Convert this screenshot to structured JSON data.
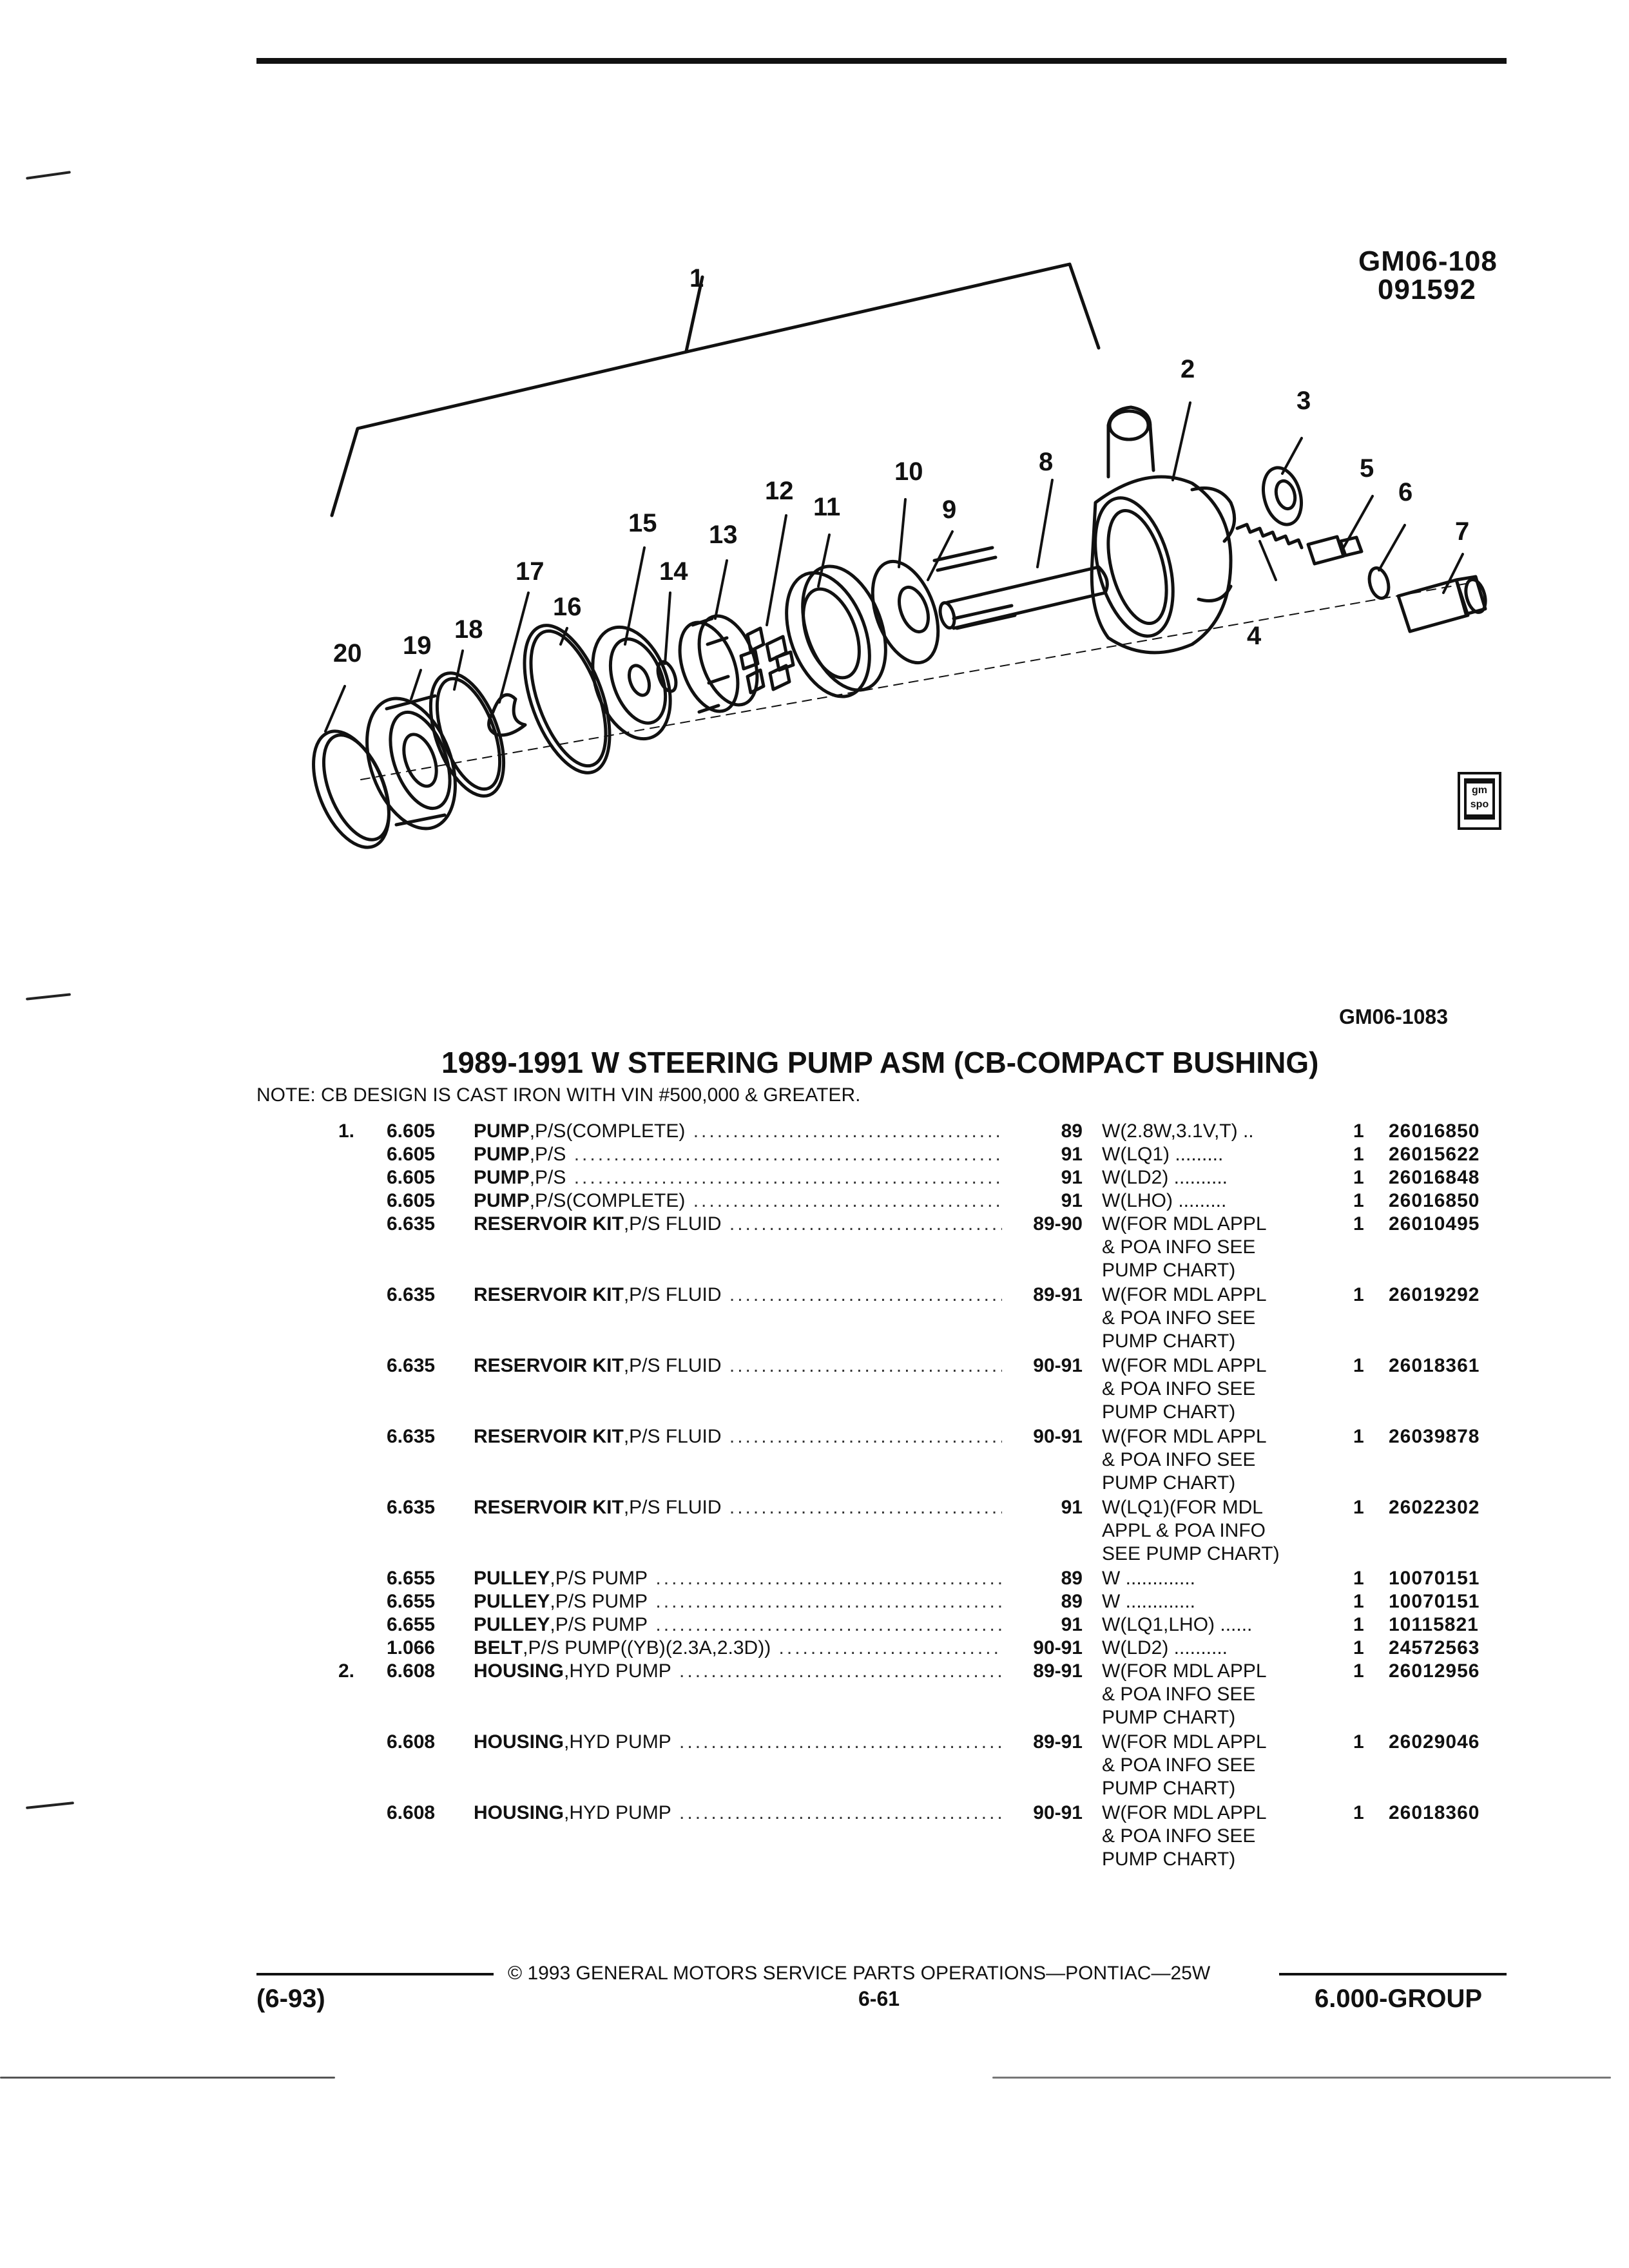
{
  "figure": {
    "code_top": [
      "GM06-108",
      "091592"
    ],
    "code_bottom": "GM06-1083",
    "callouts": [
      "1",
      "2",
      "3",
      "4",
      "5",
      "6",
      "7",
      "8",
      "9",
      "10",
      "11",
      "12",
      "13",
      "14",
      "15",
      "16",
      "17",
      "18",
      "19",
      "20"
    ],
    "badge": [
      "gm",
      "spo"
    ]
  },
  "title": "1989-1991 W STEERING PUMP ASM (CB-COMPACT BUSHING)",
  "note": "NOTE: CB DESIGN IS CAST IRON WITH VIN #500,000 & GREATER.",
  "parts": [
    {
      "ref": "1.",
      "group": "6.605",
      "name": "PUMP",
      "desc": ",P/S(COMPLETE)",
      "years": "89",
      "app": [
        "W(2.8W,3.1V,T) .."
      ],
      "qty": "1",
      "pn": "26016850"
    },
    {
      "ref": "",
      "group": "6.605",
      "name": "PUMP",
      "desc": ",P/S",
      "years": "91",
      "app": [
        "W(LQ1) ........."
      ],
      "qty": "1",
      "pn": "26015622"
    },
    {
      "ref": "",
      "group": "6.605",
      "name": "PUMP",
      "desc": ",P/S",
      "years": "91",
      "app": [
        "W(LD2) .........."
      ],
      "qty": "1",
      "pn": "26016848"
    },
    {
      "ref": "",
      "group": "6.605",
      "name": "PUMP",
      "desc": ",P/S(COMPLETE)",
      "years": "91",
      "app": [
        "W(LHO) ........."
      ],
      "qty": "1",
      "pn": "26016850"
    },
    {
      "ref": "",
      "group": "6.635",
      "name": "RESERVOIR KIT",
      "desc": ",P/S FLUID",
      "years": "89-90",
      "app": [
        "W(FOR MDL APPL",
        "& POA INFO SEE",
        "PUMP CHART)"
      ],
      "qty": "1",
      "pn": "26010495"
    },
    {
      "ref": "",
      "group": "6.635",
      "name": "RESERVOIR KIT",
      "desc": ",P/S FLUID",
      "years": "89-91",
      "app": [
        "W(FOR MDL APPL",
        "& POA INFO SEE",
        "PUMP CHART)"
      ],
      "qty": "1",
      "pn": "26019292"
    },
    {
      "ref": "",
      "group": "6.635",
      "name": "RESERVOIR KIT",
      "desc": ",P/S FLUID",
      "years": "90-91",
      "app": [
        "W(FOR MDL APPL",
        "& POA INFO SEE",
        "PUMP CHART)"
      ],
      "qty": "1",
      "pn": "26018361"
    },
    {
      "ref": "",
      "group": "6.635",
      "name": "RESERVOIR KIT",
      "desc": ",P/S FLUID",
      "years": "90-91",
      "app": [
        "W(FOR MDL APPL",
        "& POA INFO SEE",
        "PUMP CHART)"
      ],
      "qty": "1",
      "pn": "26039878"
    },
    {
      "ref": "",
      "group": "6.635",
      "name": "RESERVOIR KIT",
      "desc": ",P/S FLUID",
      "years": "91",
      "app": [
        "W(LQ1)(FOR MDL",
        "APPL & POA INFO",
        "SEE PUMP CHART)"
      ],
      "qty": "1",
      "pn": "26022302"
    },
    {
      "ref": "",
      "group": "6.655",
      "name": "PULLEY",
      "desc": ",P/S PUMP",
      "years": "89",
      "app": [
        "W ............."
      ],
      "qty": "1",
      "pn": "10070151"
    },
    {
      "ref": "",
      "group": "6.655",
      "name": "PULLEY",
      "desc": ",P/S PUMP",
      "years": "89",
      "app": [
        "W ............."
      ],
      "qty": "1",
      "pn": "10070151"
    },
    {
      "ref": "",
      "group": "6.655",
      "name": "PULLEY",
      "desc": ",P/S PUMP",
      "years": "91",
      "app": [
        "W(LQ1,LHO) ......"
      ],
      "qty": "1",
      "pn": "10115821"
    },
    {
      "ref": "",
      "group": "1.066",
      "name": "BELT",
      "desc": ",P/S PUMP((YB)(2.3A,2.3D))",
      "years": "90-91",
      "app": [
        "W(LD2) .........."
      ],
      "qty": "1",
      "pn": "24572563"
    },
    {
      "ref": "2.",
      "group": "6.608",
      "name": "HOUSING",
      "desc": ",HYD PUMP",
      "years": "89-91",
      "app": [
        "W(FOR MDL APPL",
        "& POA INFO SEE",
        "PUMP CHART)"
      ],
      "qty": "1",
      "pn": "26012956"
    },
    {
      "ref": "",
      "group": "6.608",
      "name": "HOUSING",
      "desc": ",HYD PUMP",
      "years": "89-91",
      "app": [
        "W(FOR MDL APPL",
        "& POA INFO SEE",
        "PUMP CHART)"
      ],
      "qty": "1",
      "pn": "26029046"
    },
    {
      "ref": "",
      "group": "6.608",
      "name": "HOUSING",
      "desc": ",HYD PUMP",
      "years": "90-91",
      "app": [
        "W(FOR MDL APPL",
        "& POA INFO SEE",
        "PUMP CHART)"
      ],
      "qty": "1",
      "pn": "26018360"
    }
  ],
  "footer": {
    "copyright": "© 1993 GENERAL MOTORS SERVICE PARTS OPERATIONS—PONTIAC—25W",
    "date": "(6-93)",
    "page": "6-61",
    "group": "6.000-GROUP"
  }
}
